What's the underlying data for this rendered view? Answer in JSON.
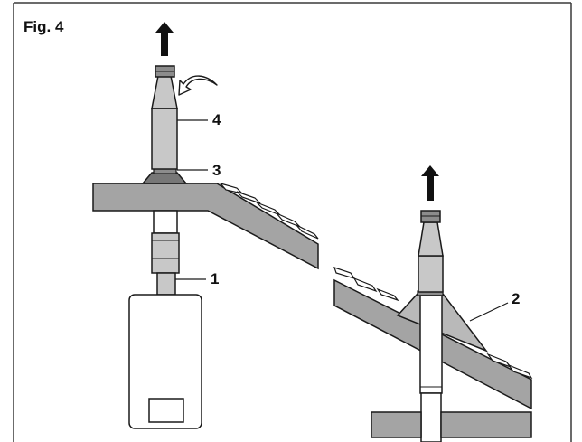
{
  "figure": {
    "label": "Fig. 4",
    "callouts": {
      "c1": "1",
      "c2": "2",
      "c3": "3",
      "c4": "4"
    }
  },
  "colors": {
    "roof": "#a4a4a4",
    "pipe": "#c8c8c8",
    "pipe_dark": "#8c8c8c",
    "collar": "#777777",
    "outline": "#1a1a1a",
    "frame": "#3a3a3a"
  },
  "icons": [
    "up-arrow-icon",
    "curved-arrow-icon"
  ]
}
